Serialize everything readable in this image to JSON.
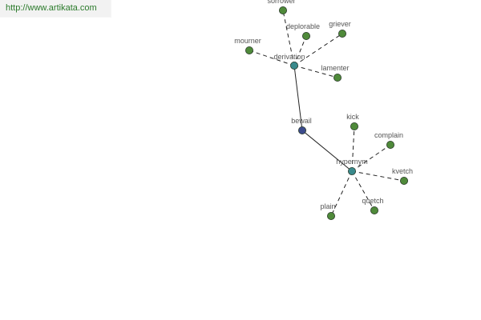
{
  "banner": {
    "url_text": "http://www.artikata.com"
  },
  "graph": {
    "colors": {
      "center_node": "#3c4b8c",
      "hub_node": "#3a8a8c",
      "leaf_node": "#4f8a3a",
      "node_stroke": "#2a3a2a",
      "edge": "#222222",
      "label": "#555555"
    },
    "nodes": [
      {
        "id": "bewail",
        "label": "bewail",
        "kind": "center"
      },
      {
        "id": "derivation",
        "label": "derivation",
        "kind": "hub"
      },
      {
        "id": "hypernym",
        "label": "hypernym",
        "kind": "hub"
      },
      {
        "id": "sorrower",
        "label": "sorrower",
        "kind": "leaf"
      },
      {
        "id": "deplorable",
        "label": "deplorable",
        "kind": "leaf"
      },
      {
        "id": "griever",
        "label": "griever",
        "kind": "leaf"
      },
      {
        "id": "mourner",
        "label": "mourner",
        "kind": "leaf"
      },
      {
        "id": "lamenter",
        "label": "lamenter",
        "kind": "leaf"
      },
      {
        "id": "kick",
        "label": "kick",
        "kind": "leaf"
      },
      {
        "id": "complain",
        "label": "complain",
        "kind": "leaf"
      },
      {
        "id": "kvetch",
        "label": "kvetch",
        "kind": "leaf"
      },
      {
        "id": "quetch",
        "label": "quetch",
        "kind": "leaf"
      },
      {
        "id": "plain",
        "label": "plain",
        "kind": "leaf"
      }
    ],
    "edges": [
      {
        "from": "bewail",
        "to": "derivation",
        "style": "solid"
      },
      {
        "from": "bewail",
        "to": "hypernym",
        "style": "solid"
      },
      {
        "from": "derivation",
        "to": "sorrower",
        "style": "dashed"
      },
      {
        "from": "derivation",
        "to": "deplorable",
        "style": "dashed"
      },
      {
        "from": "derivation",
        "to": "griever",
        "style": "dashed"
      },
      {
        "from": "derivation",
        "to": "mourner",
        "style": "dashed"
      },
      {
        "from": "derivation",
        "to": "lamenter",
        "style": "dashed"
      },
      {
        "from": "hypernym",
        "to": "kick",
        "style": "dashed"
      },
      {
        "from": "hypernym",
        "to": "complain",
        "style": "dashed"
      },
      {
        "from": "hypernym",
        "to": "kvetch",
        "style": "dashed"
      },
      {
        "from": "hypernym",
        "to": "quetch",
        "style": "dashed"
      },
      {
        "from": "hypernym",
        "to": "plain",
        "style": "dashed"
      }
    ]
  }
}
